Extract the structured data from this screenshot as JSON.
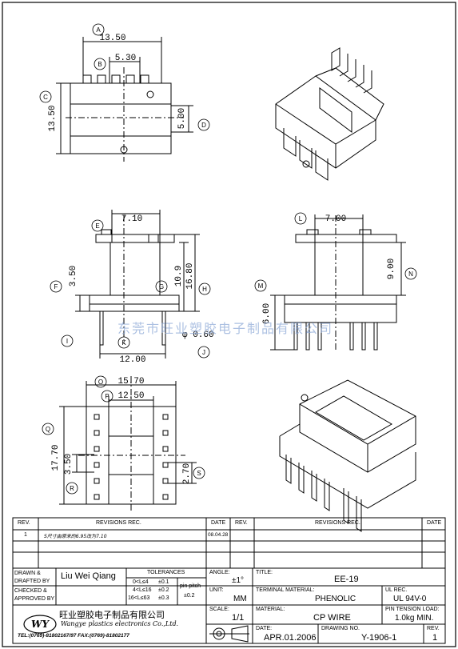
{
  "drawing": {
    "views": {
      "top": {
        "markers": [
          "A",
          "B",
          "C",
          "D"
        ],
        "dims": {
          "width_a": "13.50",
          "width_b": "5.30",
          "height_c": "13.50",
          "height_d": "5.00"
        }
      },
      "front": {
        "markers": [
          "E",
          "F",
          "G",
          "H",
          "I",
          "J",
          "K"
        ],
        "dims": {
          "top": "7.10",
          "f": "3.50",
          "g": "10.9",
          "h": "16.80",
          "pin": "φ 0.60",
          "bottom": "12.00"
        }
      },
      "side": {
        "markers": [
          "L",
          "M",
          "N"
        ],
        "dims": {
          "top": "7.00",
          "n": "9.00",
          "m": "6.00"
        }
      },
      "bottom": {
        "markers": [
          "O",
          "P",
          "Q",
          "R",
          "S"
        ],
        "dims": {
          "o": "15.70",
          "p": "12.50",
          "q": "17.70",
          "r": "3.50",
          "s": "2.70"
        }
      }
    },
    "watermark": "东莞市旺业塑胶电子制品有限公司"
  },
  "title_block": {
    "revisions_header": {
      "rev": "REV.",
      "revisions": "REVISIONS  REC.",
      "date": "DATE"
    },
    "revision_rows": [
      {
        "rev": "1",
        "desc": "S尺寸由原来的6.95改为7.10",
        "date": "08.04.28"
      }
    ],
    "labels": {
      "drawn_by": "DRAWN &\nDRAFTED BY",
      "checked_by": "CHECKED &\nAPPROVED BY",
      "tolerances": "TOLERANCES",
      "angle": "ANGLE:",
      "title": "TITLE:",
      "unit": "UNIT:",
      "terminal_material": "TERMINAL MATERIAL:",
      "ul_rec": "UL REC.",
      "scale": "SCALE:",
      "material": "MATERIAL:",
      "pin_tension": "PIN TENSION LOAD:",
      "date": "DATE:",
      "drawing_no": "DRAWING NO.",
      "rev": "REV."
    },
    "drawn_by_name": "Liu Wei Qiang",
    "tolerance_rows": [
      {
        "range": "0<L≤4",
        "tol": "±0.1"
      },
      {
        "range": "4<L≤16",
        "tol": "±0.2"
      },
      {
        "range": "16<L≤63",
        "tol": "±0.3"
      }
    ],
    "pin_pitch_label": "pin pitch",
    "pin_pitch_tol": "±0.2",
    "angle_value": "±1°",
    "title_value": "EE-19",
    "unit_value": "MM",
    "terminal_material_value": "PHENOLIC",
    "ul_value": "UL 94V-0",
    "scale_value": "1/1",
    "material_value": "CP WIRE",
    "pin_tension_value": "1.0kg  MIN.",
    "date_value": "APR.01.2006",
    "drawing_no_value": "Y-1906-1",
    "rev_value": "1",
    "company_cn": "旺业塑胶电子制品有限公司",
    "company_en": "Wangye plastics electronics Co.,Ltd.",
    "contact": "TEL:(0769)-81802167/97  FAX:(0769)-81802177",
    "logo_text": "WY"
  }
}
